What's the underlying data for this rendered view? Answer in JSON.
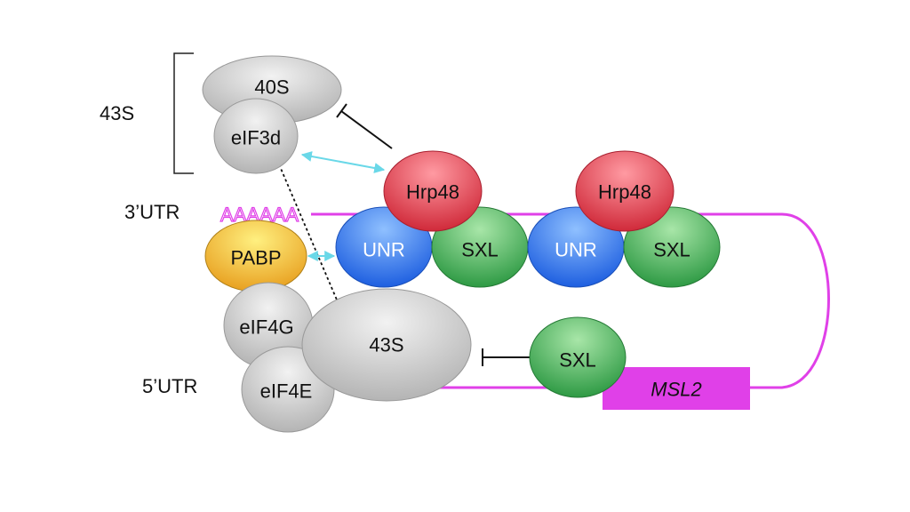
{
  "labels": {
    "complex_43s_top": "43S",
    "utr3": "3’UTR",
    "utr5": "5’UTR",
    "poly_a": "AAAAAA"
  },
  "nodes": {
    "s40": "40S",
    "eif3d": "eIF3d",
    "hrp48_1": "Hrp48",
    "hrp48_2": "Hrp48",
    "unr_1": "UNR",
    "unr_2": "UNR",
    "sxl_1": "SXL",
    "sxl_2": "SXL",
    "sxl_3": "SXL",
    "pabp": "PABP",
    "eif4g": "eIF4G",
    "eif4e": "eIF4E",
    "s43": "43S"
  },
  "msl2": "MSL2",
  "colors": {
    "mrna": "#e040e8",
    "interaction_arrow": "#6ad8e8",
    "hrp48": "#e03a48",
    "unr": "#2a6ee8",
    "sxl": "#38a84a",
    "pabp": "#f0b428",
    "grey_protein": "#c4c4c4",
    "msl2_box": "#e040e8"
  }
}
